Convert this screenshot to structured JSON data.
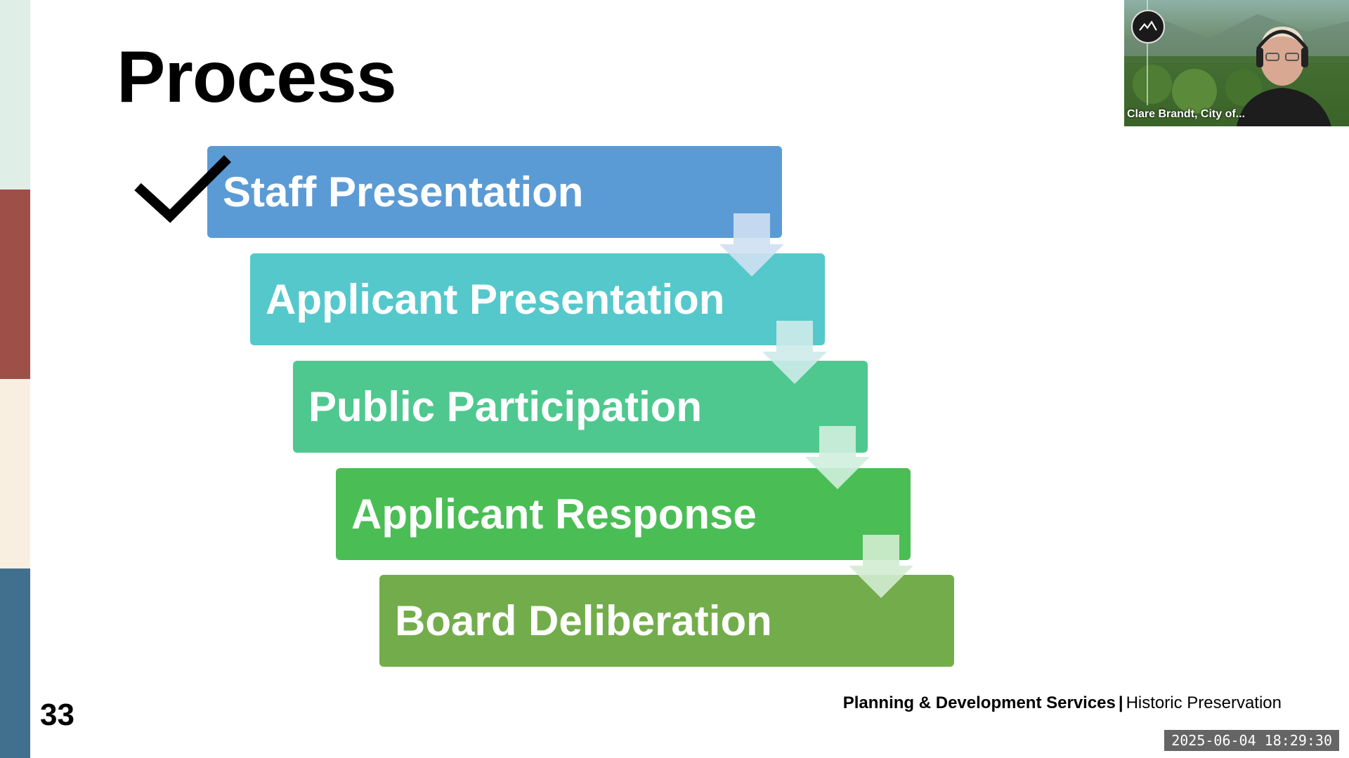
{
  "slide": {
    "title": "Process",
    "number": "33",
    "footer": {
      "department": "Planning & Development Services",
      "separator": "|",
      "division": "Historic Preservation"
    },
    "band_colors": [
      "#e0eee8",
      "#9e5048",
      "#f8efe0",
      "#41708f"
    ]
  },
  "steps": [
    {
      "label": "Staff Presentation",
      "color": "#5b9bd5",
      "completed": true
    },
    {
      "label": "Applicant Presentation",
      "color": "#55c8cc",
      "completed": false
    },
    {
      "label": "Public Participation",
      "color": "#4fc88f",
      "completed": false
    },
    {
      "label": "Applicant Response",
      "color": "#4bbd55",
      "completed": false
    },
    {
      "label": "Board Deliberation",
      "color": "#73ad4b",
      "completed": false
    }
  ],
  "video": {
    "participant_name": "Clare Brandt, City of..."
  },
  "timestamp": "2025-06-04  18:29:30"
}
